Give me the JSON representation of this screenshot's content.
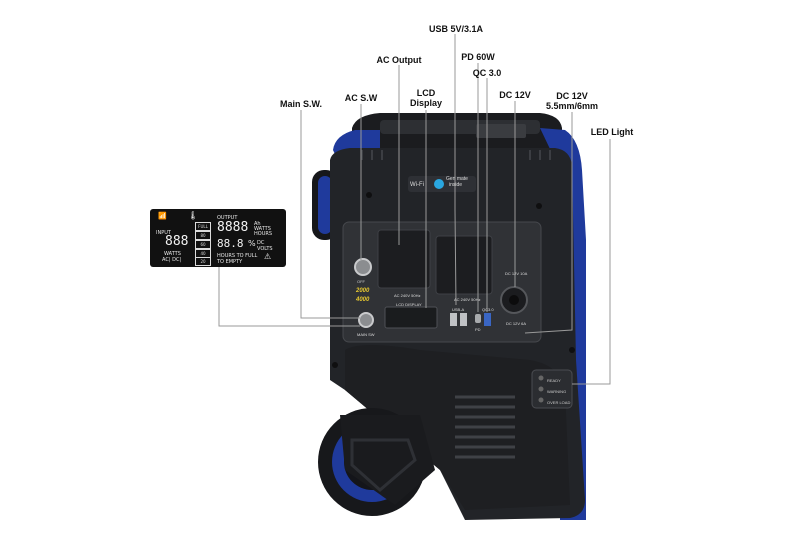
{
  "callouts": {
    "usb": "USB 5V/3.1A",
    "ac_output": "AC Output",
    "pd": "PD 60W",
    "qc": "QC 3.0",
    "lcd_line1": "LCD",
    "lcd_line2": "Display",
    "ac_sw": "AC S.W",
    "dc12v": "DC 12V",
    "dc12v_b_line1": "DC 12V",
    "dc12v_b_line2": "5.5mm/6mm",
    "main_sw": "Main S.W.",
    "led_light": "LED Light"
  },
  "lcd_inset": {
    "output_label": "OUTPUT",
    "input_label": "INPUT",
    "full_label": "FULL",
    "levels": [
      "80",
      "60",
      "40",
      "20"
    ],
    "watts_label": "WATTS",
    "ac_dc_label": "AC| DC|",
    "digits_output": "8888",
    "digits_input": "888",
    "digits_mid": "88.8",
    "unit_ah": "Ah",
    "unit_watts": "WATTS",
    "unit_hours": "HOURS",
    "unit_percent": "%",
    "unit_dc": "DC",
    "unit_volts": "VOLTS",
    "hours_to_full": "HOURS TO FULL",
    "to_empty": "TO EMPTY"
  },
  "device": {
    "wifi_label": "Wi-Fi",
    "gen_label_line1": "Gen mate",
    "gen_label_line2": "inside",
    "panel_off": "OFF",
    "panel_ac_label": "AC 240V 50Hz",
    "panel_ac_label2": "AC 240V 50Hz",
    "panel_lcd_label": "LCD DISPLAY",
    "panel_usb_label": "USB-A",
    "panel_qc_label": "QC3.0",
    "panel_pd_label": "PD",
    "panel_dc_label": "DC 12V 10A",
    "panel_dc_label2": "DC 12V 6A",
    "panel_main_sw": "MAIN SW",
    "panel_watt1": "2000",
    "panel_watt2": "4000",
    "led_ready": "READY",
    "led_warning": "WARNING",
    "led_overload": "OVER LOAD",
    "colors": {
      "body": "#222428",
      "blue": "#1f3a9c",
      "panel": "#303236"
    }
  }
}
